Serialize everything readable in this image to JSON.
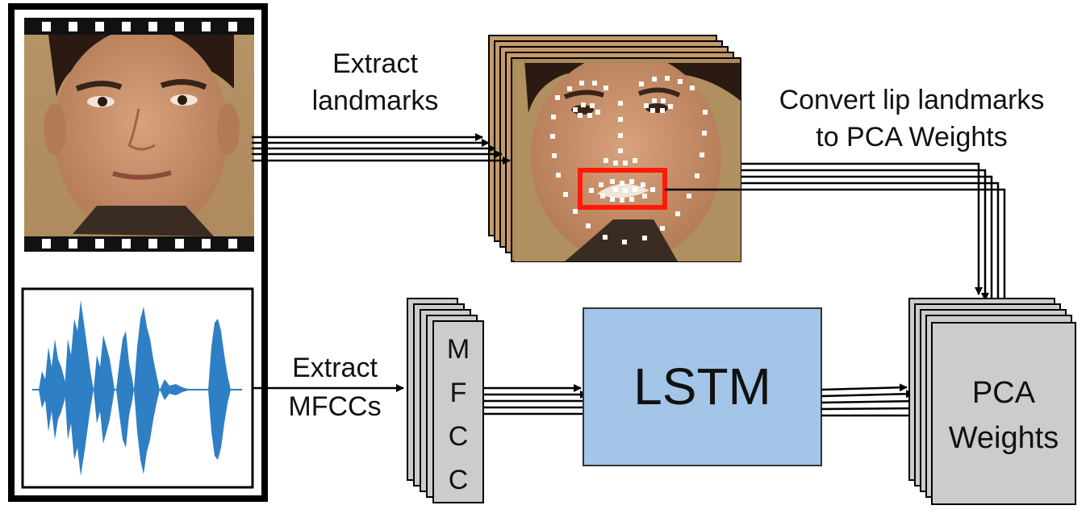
{
  "labels": {
    "extract_landmarks": [
      "Extract",
      "landmarks"
    ],
    "convert_lip": [
      "Convert lip landmarks",
      "to PCA Weights"
    ],
    "extract_mfccs": [
      "Extract",
      "MFCCs"
    ],
    "mfcc_letters": [
      "M",
      "F",
      "C",
      "C"
    ],
    "lstm": "LSTM",
    "pca": [
      "PCA",
      "Weights"
    ]
  },
  "colors": {
    "lstm_fill": "#a3c5e7",
    "lstm_stroke": "#333333",
    "stack_fill": "#cccccc",
    "waveform": "#2f7fc4",
    "lip_box": "#ff1a0a",
    "landmark_dot": "#ffffff",
    "arrow": "#000000",
    "film_border": "#000000",
    "face_skin": "#c89a70",
    "face_bg": "#b08a5a"
  },
  "icons": {
    "video_frame": "face-video-frame-image",
    "landmark_frame": "face-landmark-frame-image",
    "audio": "audio-waveform-image"
  }
}
